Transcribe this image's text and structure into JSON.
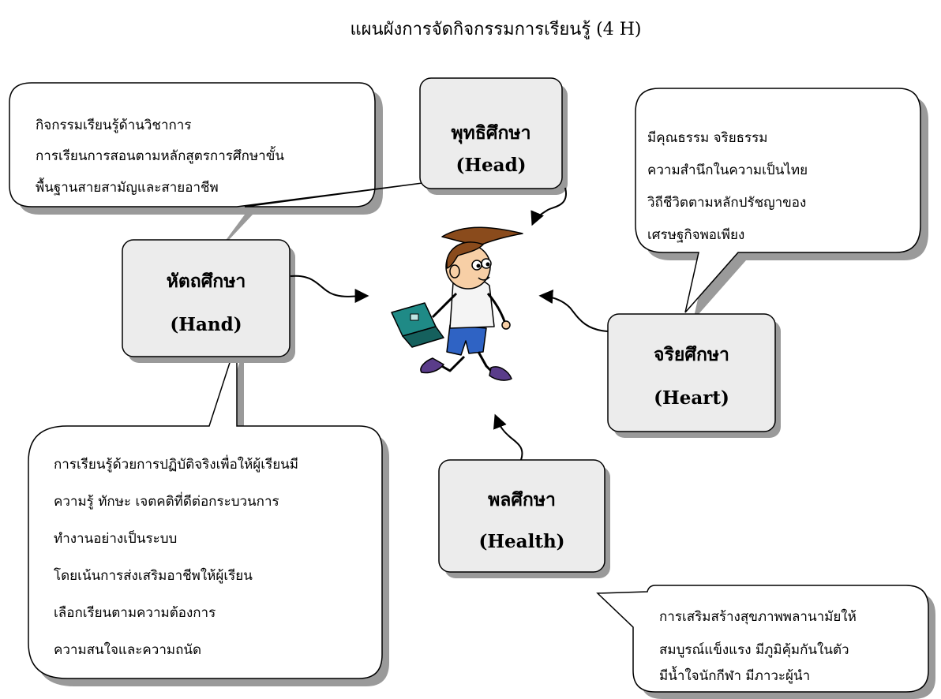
{
  "diagram_title": "แผนผังการจัดกิจกรรมการเรียนรู้ (4 H)",
  "boxes": {
    "head": {
      "title": "พุทธิศึกษา",
      "subtitle": "(Head)"
    },
    "hand": {
      "title": "หัตถศึกษา",
      "subtitle": "(Hand)"
    },
    "heart": {
      "title": "จริยศึกษา",
      "subtitle": "(Heart)"
    },
    "health": {
      "title": "พลศึกษา",
      "subtitle": "(Health)"
    }
  },
  "bubbles": {
    "head": [
      "กิจกรรมเรียนรู้ด้านวิชาการ",
      "การเรียนการสอนตามหลักสูตรการศึกษาขั้น",
      "พื้นฐานสายสามัญและสายอาชีพ"
    ],
    "heart": [
      "มีคุณธรรม จริยธรรม",
      "ความสำนึกในความเป็นไทย",
      "วิถีชีวิตตามหลักปรัชญาของ",
      "เศรษฐกิจพอเพียง"
    ],
    "hand": [
      "การเรียนรู้ด้วยการปฏิบัติจริงเพื่อให้ผู้เรียนมี",
      "ความรู้ ทักษะ เจตคติที่ดีต่อกระบวนการ",
      "ทำงานอย่างเป็นระบบ",
      "โดยเน้นการส่งเสริมอาชีพให้ผู้เรียน",
      "เลือกเรียนตามความต้องการ",
      "ความสนใจและความถนัด"
    ],
    "health": [
      "การเสริมสร้างสุขภาพพลานามัยให้",
      "สมบูรณ์แข็งแรง  มีภูมิคุ้มกันในตัว",
      "มีน้ำใจนักกีฬา  มีภาวะผู้นำ"
    ]
  },
  "colors": {
    "box_fill": "#ececec",
    "shadow": "#9a9a9a",
    "stroke": "#000000",
    "shirt": "#f4f4f4",
    "shorts": "#2f63c4",
    "bag": "#1f8a86",
    "hair": "#8a4b1c",
    "skin": "#f7cfa6",
    "shoes": "#5a3c8a"
  },
  "icons": {
    "center": "running-student-icon"
  }
}
